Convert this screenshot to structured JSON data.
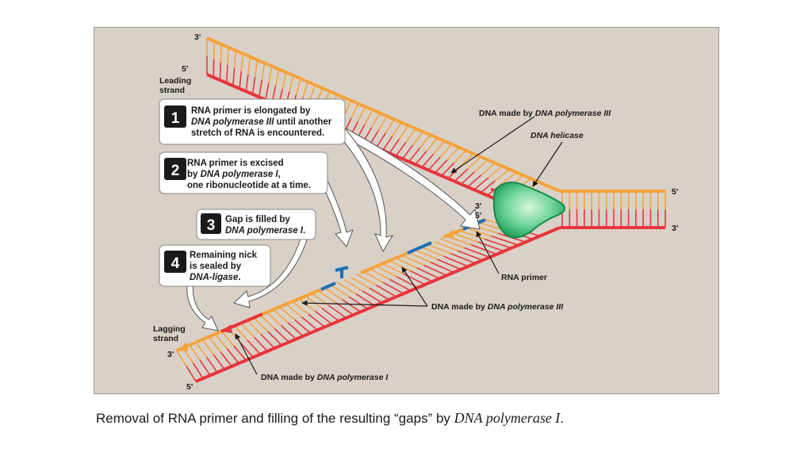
{
  "diagram": {
    "strand_labels": {
      "top_3prime": "3'",
      "top_5prime": "5'",
      "leading_line1": "Leading",
      "leading_line2": "strand",
      "right_5prime": "5'",
      "right_3prime": "3'",
      "fork_3prime": "3'",
      "fork_5prime": "5'",
      "lagging_line1": "Lagging",
      "lagging_line2": "strand",
      "lagging_3prime": "3'",
      "bottom_5prime": "5'"
    },
    "annotations": {
      "dna_pol3_top_prefix": "DNA made by ",
      "dna_pol3_top_italic": "DNA polymerase III",
      "helicase": "DNA helicase",
      "rna_primer": "RNA primer",
      "dna_pol3_mid_prefix": "DNA made by ",
      "dna_pol3_mid_italic": "DNA polymerase III",
      "dna_pol1_prefix": "DNA made by ",
      "dna_pol1_italic": "DNA polymerase I"
    },
    "steps": [
      {
        "number": "1",
        "line1": "RNA primer is elongated by",
        "line2": "DNA polymerase III",
        "line2_suffix": " until another",
        "line3": "stretch of RNA is encountered."
      },
      {
        "number": "2",
        "line1": "RNA primer is excised",
        "line2_prefix": "by ",
        "line2": "DNA polymerase I",
        "line2_suffix": ",",
        "line3": "one ribonucleotide at a time."
      },
      {
        "number": "3",
        "line1": "Gap is filled by",
        "line2": "DNA polymerase I",
        "line2_suffix": "."
      },
      {
        "number": "4",
        "line1": "Remaining nick",
        "line2": "is sealed by",
        "line3": "DNA-ligase",
        "line3_suffix": "."
      }
    ]
  },
  "caption": {
    "text": "Removal of RNA primer and filling of the resulting “gaps” by ",
    "italic": "DNA polymerase I",
    "end": "."
  },
  "colors": {
    "panel_bg": "#d9d1c7",
    "dna_orange": "#f5a33a",
    "dna_red": "#e8343c",
    "rna_blue": "#1f6fb5",
    "helicase_green": "#2fb56b"
  }
}
